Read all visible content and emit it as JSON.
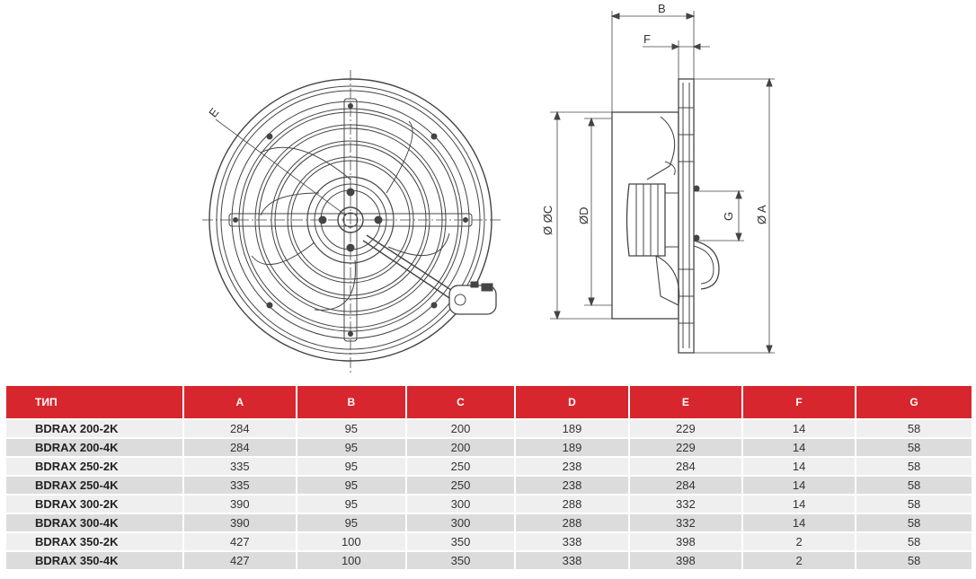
{
  "drawing": {
    "front_view_labels": {
      "e": "E"
    },
    "side_view_labels": {
      "b": "B",
      "f": "F",
      "c": "Ø ØC",
      "d": "ØD",
      "g": "G",
      "a": "Ø A"
    }
  },
  "table": {
    "headers": [
      "ТИП",
      "A",
      "B",
      "C",
      "D",
      "E",
      "F",
      "G"
    ],
    "rows": [
      [
        "BDRAX 200-2K",
        "284",
        "95",
        "200",
        "189",
        "229",
        "14",
        "58"
      ],
      [
        "BDRAX 200-4K",
        "284",
        "95",
        "200",
        "189",
        "229",
        "14",
        "58"
      ],
      [
        "BDRAX 250-2K",
        "335",
        "95",
        "250",
        "238",
        "284",
        "14",
        "58"
      ],
      [
        "BDRAX 250-4K",
        "335",
        "95",
        "250",
        "238",
        "284",
        "14",
        "58"
      ],
      [
        "BDRAX 300-2K",
        "390",
        "95",
        "300",
        "288",
        "332",
        "14",
        "58"
      ],
      [
        "BDRAX 300-4K",
        "390",
        "95",
        "300",
        "288",
        "332",
        "14",
        "58"
      ],
      [
        "BDRAX 350-2K",
        "427",
        "100",
        "350",
        "338",
        "398",
        "2",
        "58"
      ],
      [
        "BDRAX 350-4K",
        "427",
        "100",
        "350",
        "338",
        "398",
        "2",
        "58"
      ]
    ]
  },
  "colors": {
    "header_bg": "#d7262d",
    "row_light": "#efefef",
    "row_dark": "#dcdcdc",
    "line": "#444444"
  }
}
